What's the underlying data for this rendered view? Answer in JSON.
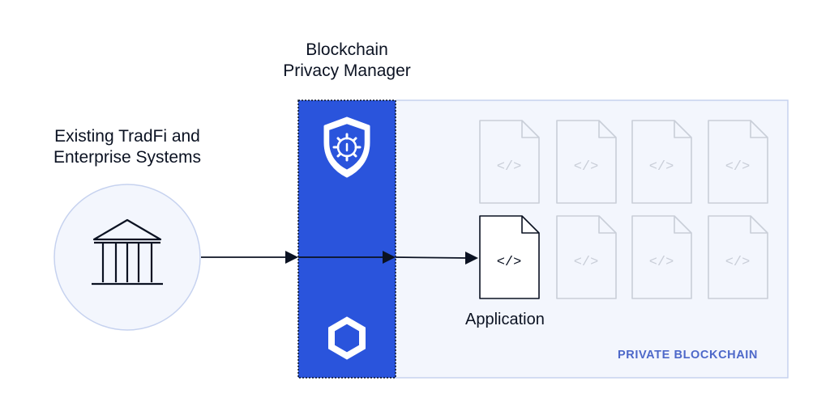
{
  "labels": {
    "tradfi_line1": "Existing TradFi and",
    "tradfi_line2": "Enterprise Systems",
    "manager_line1": "Blockchain",
    "manager_line2": "Privacy Manager",
    "application": "Application",
    "private_blockchain": "PRIVATE BLOCKCHAIN"
  },
  "code_glyph": "</>",
  "icons": [
    "bank-icon",
    "shield-gear-icon",
    "chainlink-hexagon-icon",
    "code-file-icon",
    "arrow-right-icon"
  ],
  "colors": {
    "manager_blue": "#2a54dc",
    "private_bg": "#f3f6fd",
    "private_border": "#c6d2ef",
    "circle_bg": "#f3f6fd",
    "circle_border": "#c6d2ef",
    "ghost_doc": "#c9ced8",
    "ink": "#0b1222",
    "private_label": "#4d68c9"
  }
}
